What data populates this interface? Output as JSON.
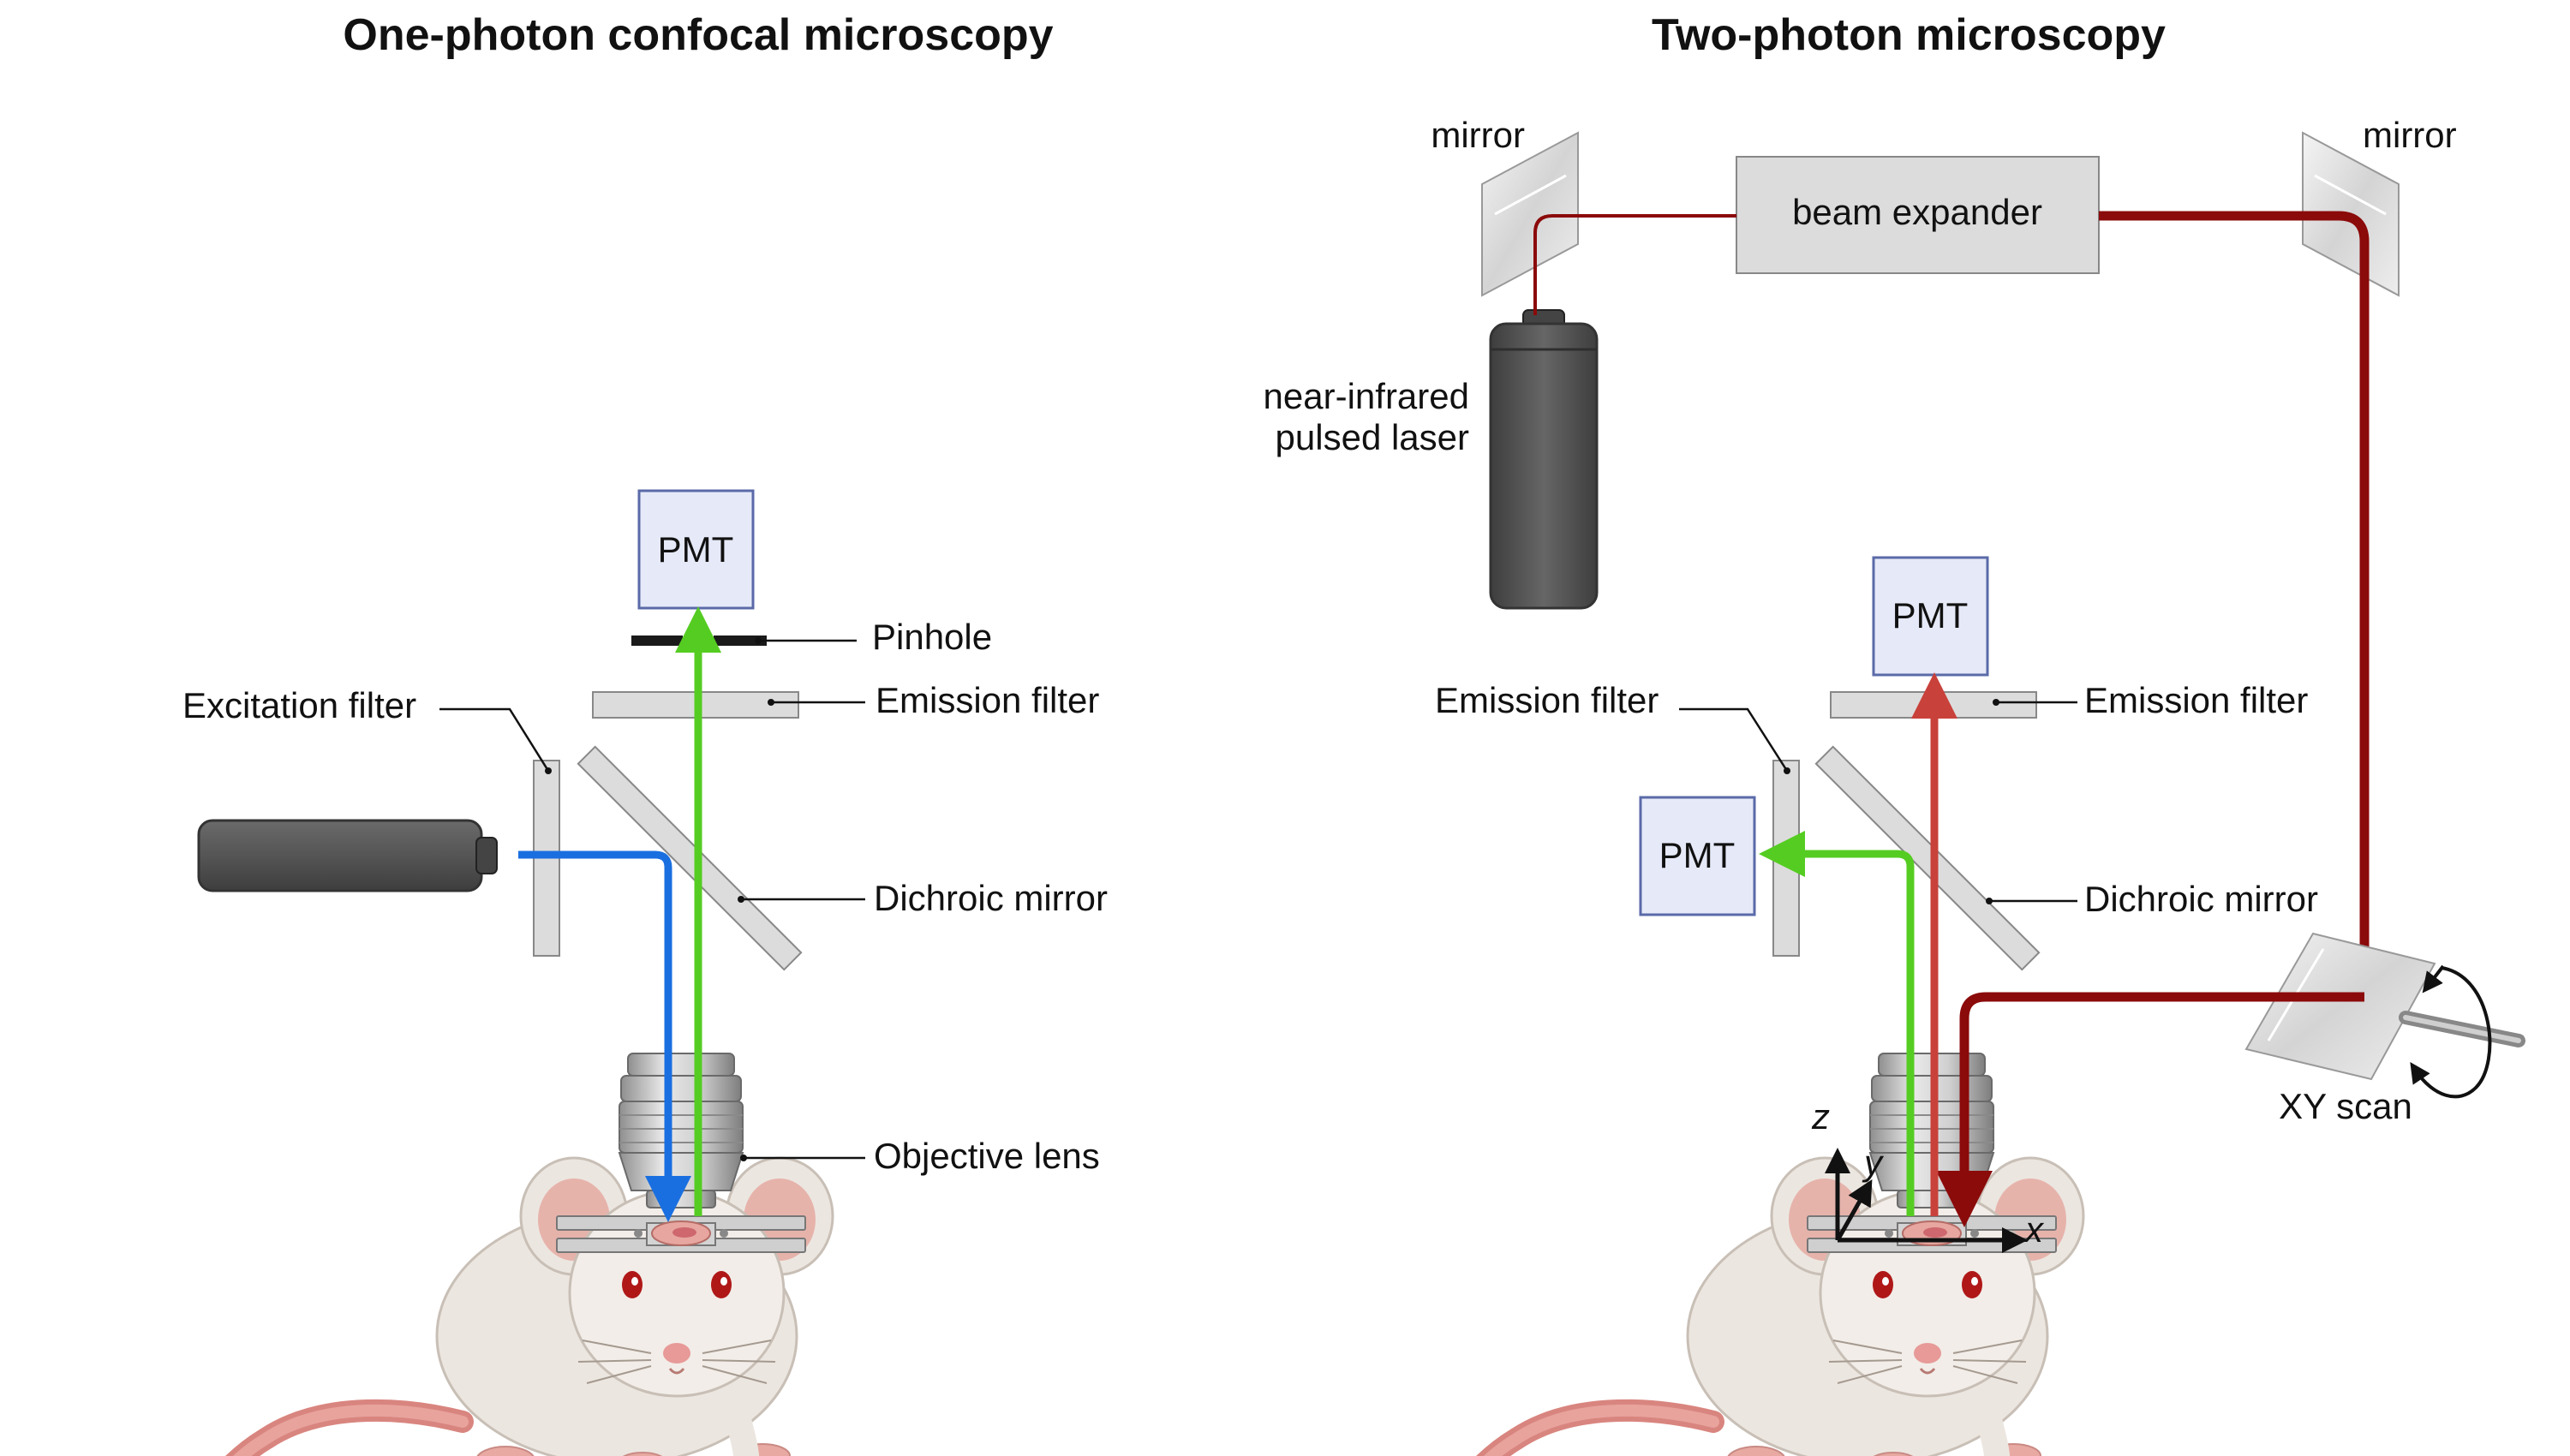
{
  "panels": [
    {
      "title": "One-photon confocal microscopy",
      "labels": {
        "pmt": "PMT",
        "pinhole": "Pinhole",
        "emission_filter": "Emission filter",
        "excitation_filter": "Excitation filter",
        "dichroic_mirror": "Dichroic mirror",
        "objective_lens": "Objective lens"
      }
    },
    {
      "title": "Two-photon microscopy",
      "labels": {
        "mirror_left": "mirror",
        "mirror_right": "mirror",
        "beam_expander": "beam expander",
        "laser_line1": "near-infrared",
        "laser_line2": "pulsed laser",
        "pmt_top": "PMT",
        "pmt_side": "PMT",
        "emission_filter_left": "Emission filter",
        "emission_filter_right": "Emission filter",
        "dichroic_mirror": "Dichroic mirror",
        "xy_scan": "XY scan",
        "axis_z": "z",
        "axis_y": "y",
        "axis_x": "x"
      }
    }
  ],
  "colors": {
    "excitation_blue": "#1a6fe0",
    "emission_green": "#55cc22",
    "nir_red": "#8b0a0a",
    "emission_red": "#c8413a",
    "pmt_fill": "#e6e9f8",
    "pmt_stroke": "#5a6aa8",
    "filter_fill": "#dcdcdc"
  }
}
